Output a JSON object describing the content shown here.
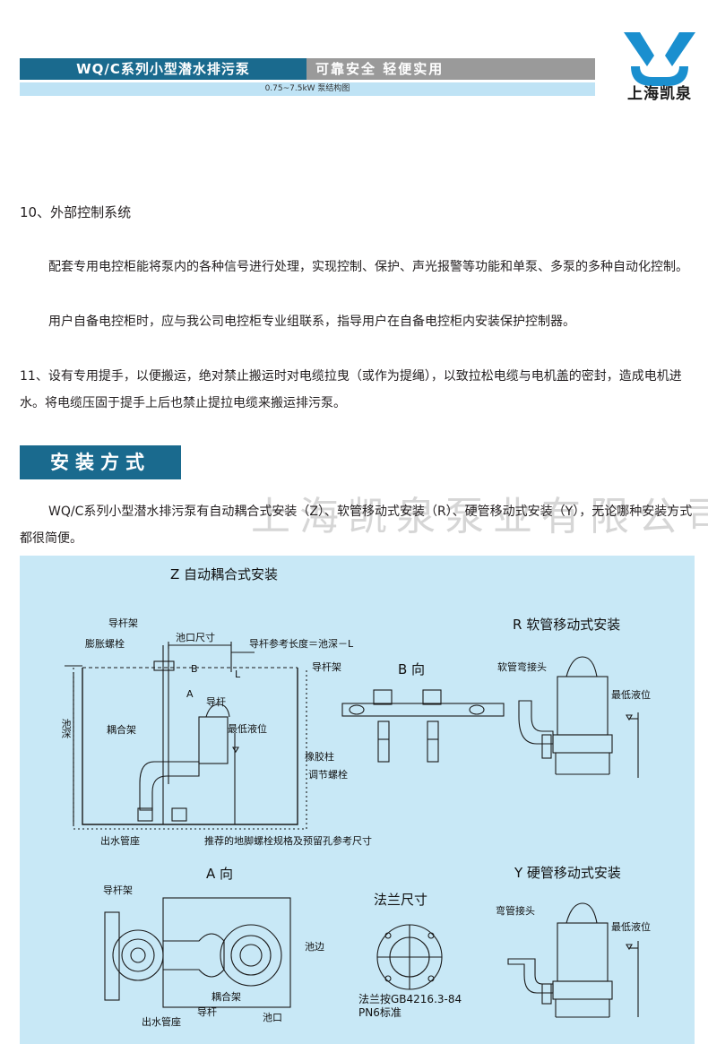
{
  "header": {
    "title": "WQ/C系列小型潜水排污泵",
    "slogan": "可靠安全 轻便实用",
    "subtitle": "0.75~7.5kW 泵结构图",
    "logo_text": "上海凯泉"
  },
  "body": {
    "heading_10": "10、外部控制系统",
    "para_1": "配套专用电控柜能将泵内的各种信号进行处理，实现控制、保护、声光报警等功能和单泵、多泵的多种自动化控制。",
    "para_2": "用户自备电控柜时，应与我公司电控柜专业组联系，指导用户在自备电控柜内安装保护控制器。",
    "para_3": "11、设有专用提手，以便搬运，绝对禁止搬运时对电缆拉曳（或作为提绳），以致拉松电缆与电机盖的密封，造成电机进水。将电缆压固于提手上后也禁止提拉电缆来搬运排污泵。",
    "section_title": "安装方式",
    "para_4": "WQ/C系列小型潜水排污泵有自动耦合式安装（Z）、软管移动式安装（R）、硬管移动式安装（Y），无论哪种安装方式都很简便。",
    "watermark": "上海凯泉泵业有限公司"
  },
  "diagram": {
    "z_title": "Z 自动耦合式安装",
    "r_title": "R 软管移动式安装",
    "b_title": "B 向",
    "a_title": "A 向",
    "y_title": "Y 硬管移动式安装",
    "f_title": "法兰尺寸",
    "z": {
      "guide_frame": "导杆架",
      "pool_size": "池口尺寸",
      "expansion_bolt": "膨胀螺栓",
      "guide_length": "导杆参考长度＝池深－L",
      "b_mark": "B",
      "a_mark": "A",
      "l_mark": "L",
      "guide_rod": "导杆",
      "coupling": "耦合架",
      "min_level": "最低液位",
      "depth": "池深",
      "outlet_seat": "出水管座",
      "anchor_note": "推荐的地脚螺栓规格及预留孔参考尺寸"
    },
    "b": {
      "guide_frame": "导杆架",
      "rubber_column": "橡胶柱",
      "adjust_bolt": "调节螺栓"
    },
    "r": {
      "hose_elbow": "软管弯接头",
      "min_level": "最低液位"
    },
    "a": {
      "guide_frame": "导杆架",
      "pool_edge": "池边",
      "coupling": "耦合架",
      "guide_rod": "导杆",
      "outlet_seat": "出水管座",
      "pool_mouth": "池口"
    },
    "f": {
      "note_1": "法兰按GB4216.3-84",
      "note_2": "PN6标准"
    },
    "y": {
      "elbow": "弯管接头",
      "min_level": "最低液位"
    }
  },
  "colors": {
    "brand_blue": "#1a6a8e",
    "header_gray": "#9a9a9a",
    "sub_band": "#bfe3f5",
    "diagram_bg": "#c8e8f6"
  }
}
